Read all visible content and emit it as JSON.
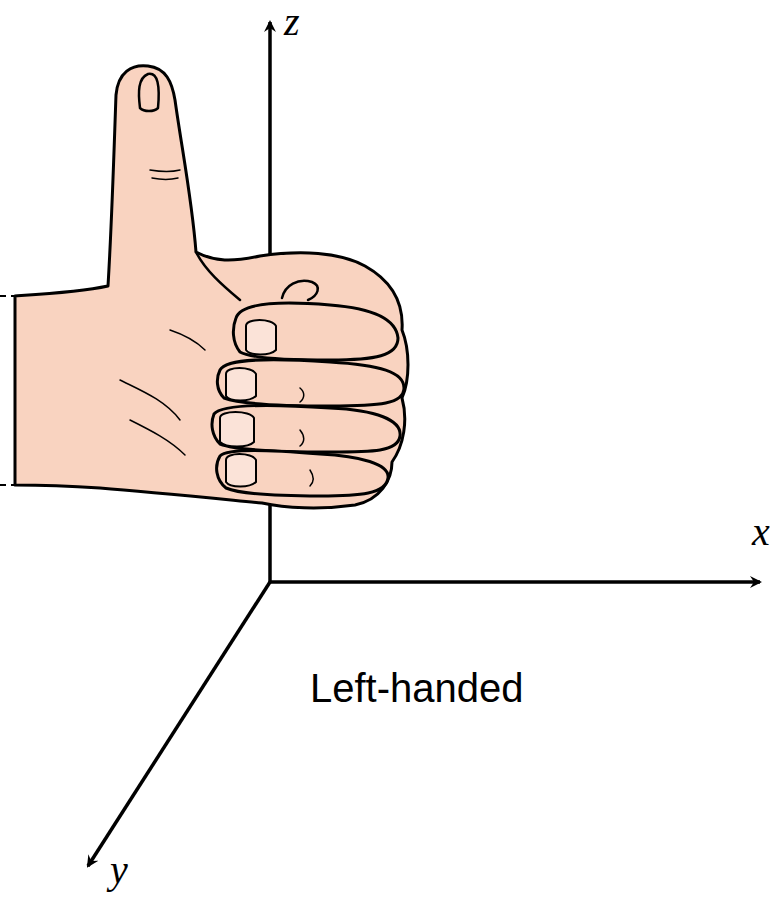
{
  "diagram": {
    "labels": [
      "z",
      "x",
      "y",
      "Left-handed"
    ]
  }
}
